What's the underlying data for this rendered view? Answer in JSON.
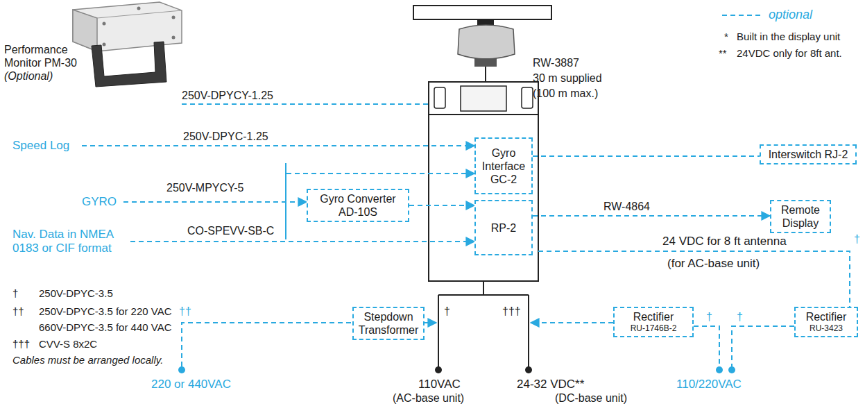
{
  "diagram": {
    "nodes": [
      {
        "text": [
          "Performance Monitor PM-30",
          "(Optional)"
        ]
      },
      {
        "text": [
          "Speed Log"
        ]
      },
      {
        "text": [
          "GYRO"
        ]
      },
      {
        "text": [
          "Nav. Data in NMEA 0183 or CIF format"
        ]
      },
      {
        "text": [
          "Gyro Interface GC-2"
        ]
      },
      {
        "text": [
          "RP-2"
        ]
      },
      {
        "text": [
          "Gyro Converter AD-10S"
        ]
      },
      {
        "text": [
          "Interswitch RJ-2"
        ]
      },
      {
        "text": [
          "Remote Display"
        ]
      },
      {
        "text": [
          "Stepdown Transformer"
        ]
      },
      {
        "text": [
          "Rectifier",
          "RU-1746B-2"
        ]
      },
      {
        "text": [
          "Rectifier",
          "RU-3423"
        ]
      }
    ],
    "edges": [
      {
        "from": 1,
        "to": 4,
        "arrow": "to",
        "label": "250V-DPYC-1.25"
      },
      {
        "from": 2,
        "to": 4,
        "arrow": "to"
      },
      {
        "from": 2,
        "to": 6,
        "arrow": "to"
      },
      {
        "from": 6,
        "to": 5,
        "arrow": "to"
      },
      {
        "from": 3,
        "to": 5,
        "arrow": "to",
        "label": "CO-SPEVV-SB-C"
      },
      {
        "from": 4,
        "to": 7,
        "arrow": "none"
      },
      {
        "from": 5,
        "to": 8,
        "arrow": "to",
        "label": "RW-4864"
      }
    ],
    "labels": [
      "RW-3887",
      "30 m supplied",
      "(100 m max.)",
      "250V-DPYCY-1.25",
      "250V-MPYCY-5",
      "*",
      "Built in the display unit",
      "**",
      "24VDC only for 8ft ant.",
      "24 VDC for 8 ft antenna",
      "(for AC-base unit)",
      "†",
      "††",
      "†",
      "†††",
      "†",
      "†",
      "†",
      "250V-DPYC-3.5",
      "††",
      "250V-DPYC-3.5 for 220 VAC",
      "660V-DPYC-3.5 for 440 VAC",
      "†††",
      "CVV-S 8x2C",
      "Cables must be arranged locally.",
      "220 or 440VAC",
      "110VAC",
      "24-32 VDC**",
      "110/220VAC",
      "(AC-base unit)",
      "(DC-base unit)"
    ],
    "legend": [
      {
        "text": "optional"
      }
    ]
  }
}
